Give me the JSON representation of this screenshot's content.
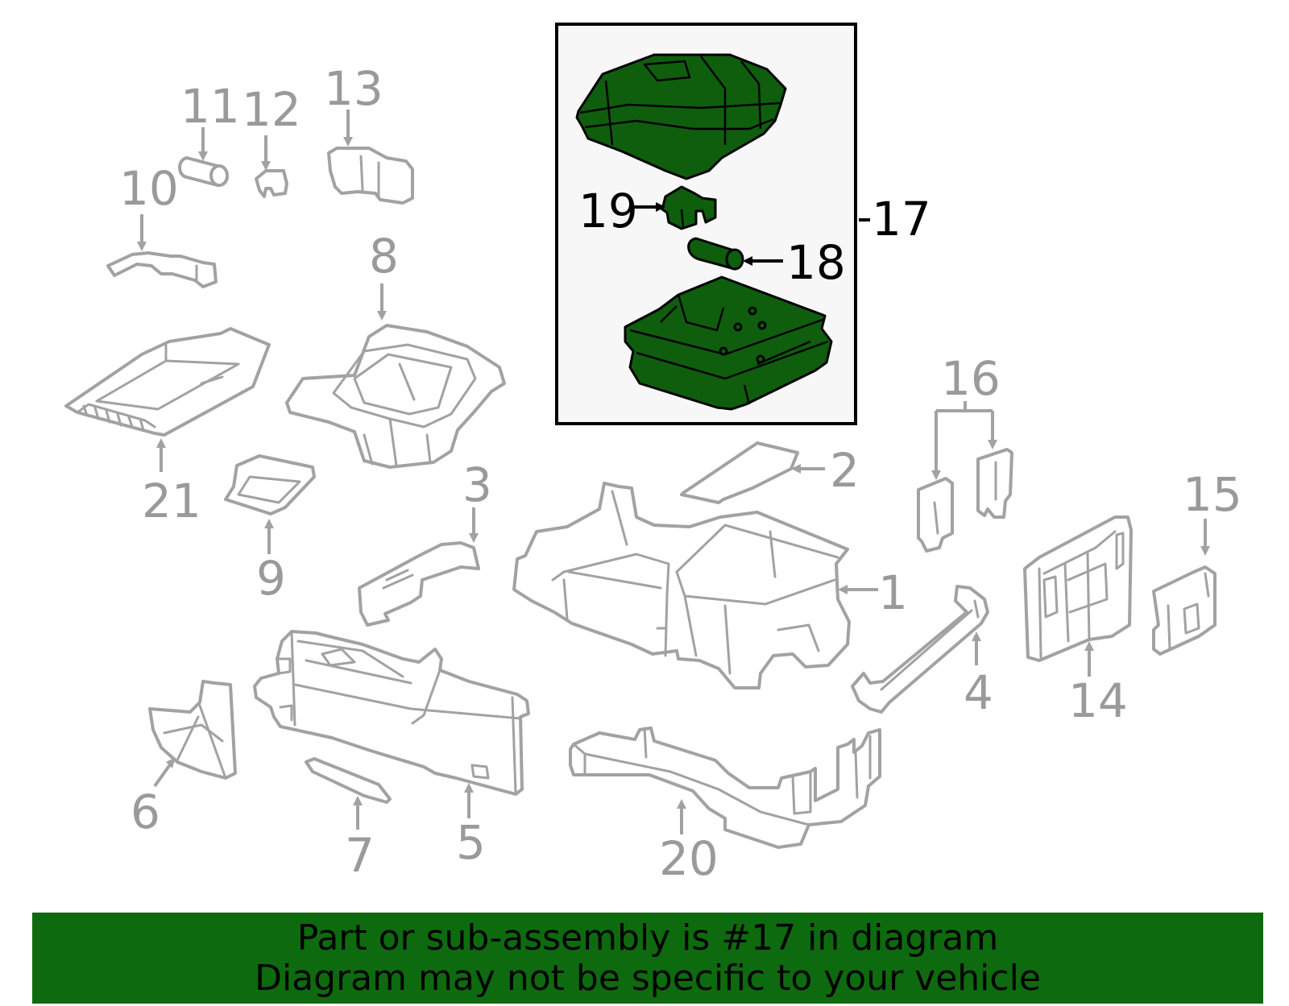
{
  "colors": {
    "highlight": "#0e5e0e",
    "banner": "#0e6a0e",
    "part_outline": "#a2a2a2",
    "callout_text": "#9a9a9a",
    "highlight_text": "#000000",
    "inset_background": "#f7f7f7"
  },
  "callouts": {
    "c1": "1",
    "c2": "2",
    "c3": "3",
    "c4": "4",
    "c5": "5",
    "c6": "6",
    "c7": "7",
    "c8": "8",
    "c9": "9",
    "c10": "10",
    "c11": "11",
    "c12": "12",
    "c13": "13",
    "c14": "14",
    "c15": "15",
    "c16": "16",
    "c17": "17",
    "c18": "18",
    "c19": "19",
    "c20": "20",
    "c21": "21"
  },
  "highlighted_part": "17",
  "banner": {
    "line1": "Part or sub-assembly is #17 in diagram",
    "line2": "Diagram may not be specific to your vehicle"
  }
}
